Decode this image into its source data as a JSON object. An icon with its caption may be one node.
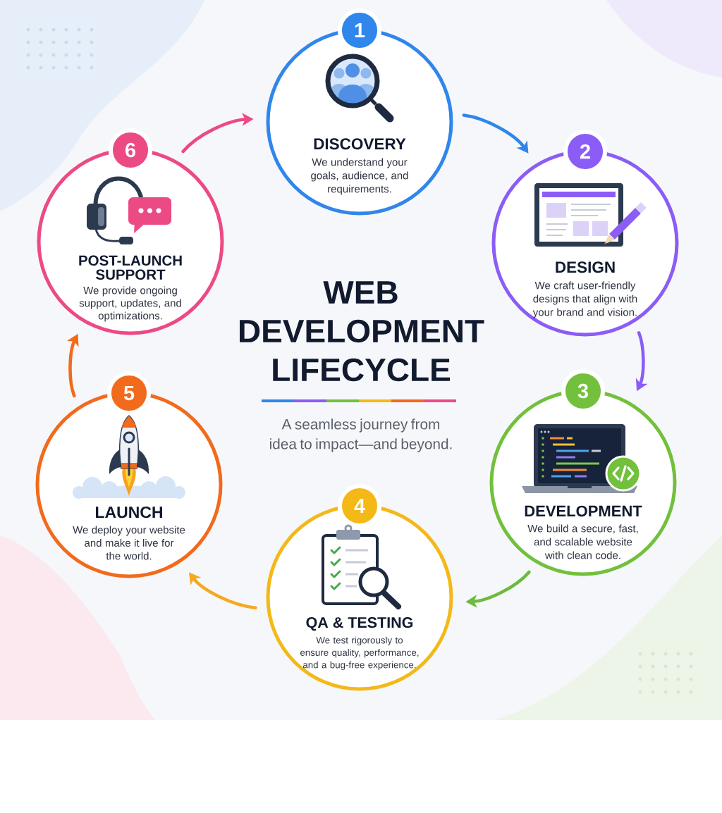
{
  "diagram": {
    "title": "WEB DEVELOPMENT LIFECYCLE",
    "nodes": [
      {
        "text": [
          "1",
          "DISCOVERY",
          "We understand your goals, audience, and requirements."
        ]
      },
      {
        "text": [
          "2",
          "DESIGN",
          "We craft user-friendly designs that align with your brand and vision."
        ]
      },
      {
        "text": [
          "3",
          "DEVELOPMENT",
          "We build a secure, fast, and scalable website with clean code."
        ]
      },
      {
        "text": [
          "4",
          "QA & TESTING",
          "We test rigorously to ensure quality, performance, and a bug-free experience."
        ]
      },
      {
        "text": [
          "5",
          "LAUNCH",
          "We deploy your website and make it live for the world."
        ]
      },
      {
        "text": [
          "6",
          "POST-LAUNCH SUPPORT",
          "We provide ongoing support, updates, and optimizations."
        ]
      }
    ],
    "edges": [
      {
        "from": 0,
        "to": 1,
        "arrow": "to",
        "color": "#2f86eb"
      },
      {
        "from": 1,
        "to": 2,
        "arrow": "to",
        "color": "#8b5cf6"
      },
      {
        "from": 2,
        "to": 3,
        "arrow": "to",
        "color": "#6dbb3c"
      },
      {
        "from": 3,
        "to": 4,
        "arrow": "to",
        "color": "#f5a91f"
      },
      {
        "from": 4,
        "to": 5,
        "arrow": "to",
        "color": "#f26a1b"
      },
      {
        "from": 5,
        "to": 0,
        "arrow": "to",
        "color": "#ec4a84"
      }
    ],
    "labels": [
      "A seamless journey from idea to impact—and beyond."
    ]
  }
}
